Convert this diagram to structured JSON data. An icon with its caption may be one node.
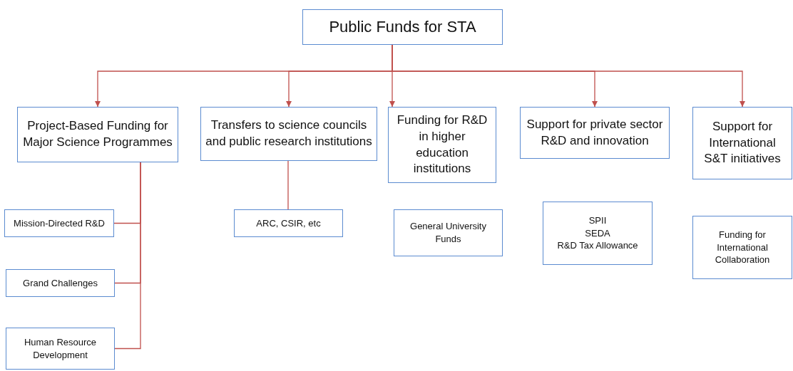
{
  "diagram": {
    "nodes": [
      {
        "text": [
          "Public Funds for STA"
        ]
      },
      {
        "text": [
          "Project-Based Funding for Major Science Programmes"
        ]
      },
      {
        "text": [
          "Transfers to science councils and public research institutions"
        ]
      },
      {
        "text": [
          "Funding for R&D in higher education institutions"
        ]
      },
      {
        "text": [
          "Support for private sector R&D and innovation"
        ]
      },
      {
        "text": [
          "Support for International S&T initiatives"
        ]
      },
      {
        "text": [
          "Mission-Directed R&D"
        ]
      },
      {
        "text": [
          "Grand Challenges"
        ]
      },
      {
        "text": [
          "Human Resource Development"
        ]
      },
      {
        "text": [
          "ARC, CSIR, etc"
        ]
      },
      {
        "text": [
          "General University Funds"
        ]
      },
      {
        "text": [
          "SPII",
          "SEDA",
          "R&D Tax Allowance"
        ]
      },
      {
        "text": [
          "Funding for International Collaboration"
        ]
      }
    ],
    "edges": [
      {
        "from": 0,
        "to": 1,
        "arrow": "to"
      },
      {
        "from": 0,
        "to": 2,
        "arrow": "to"
      },
      {
        "from": 0,
        "to": 3,
        "arrow": "to"
      },
      {
        "from": 0,
        "to": 4,
        "arrow": "to"
      },
      {
        "from": 0,
        "to": 5,
        "arrow": "to"
      },
      {
        "from": 1,
        "to": 6,
        "arrow": "none"
      },
      {
        "from": 1,
        "to": 7,
        "arrow": "none"
      },
      {
        "from": 1,
        "to": 8,
        "arrow": "none"
      },
      {
        "from": 2,
        "to": 9,
        "arrow": "none"
      }
    ]
  }
}
